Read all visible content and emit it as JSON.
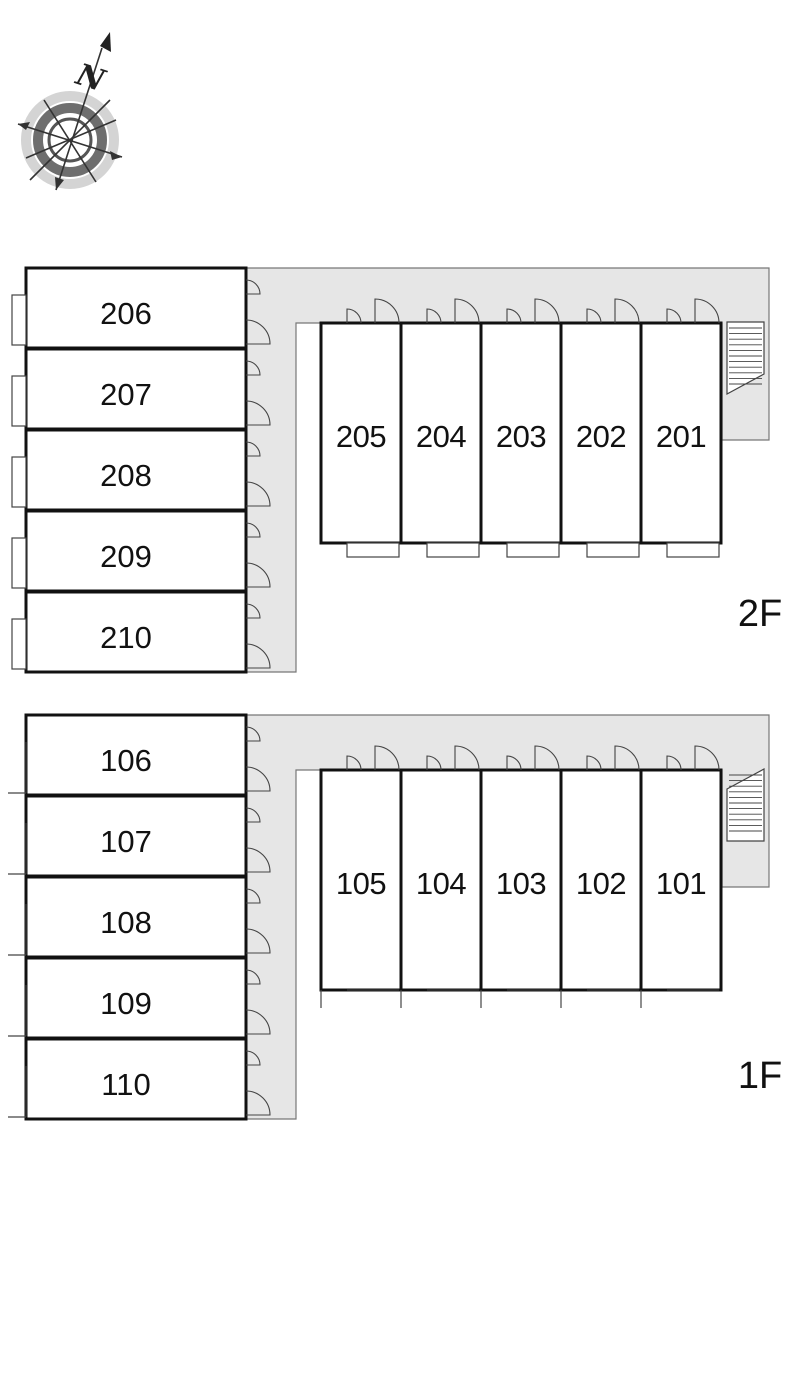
{
  "compass": {
    "north_label": "N",
    "icon": "compass-rose-icon"
  },
  "colors": {
    "corridor_fill": "#e6e6e6",
    "corridor_stroke": "#777777",
    "wall": "#111111",
    "line": "#444444"
  },
  "floors": [
    {
      "label": "2F",
      "west_units": [
        "206",
        "207",
        "208",
        "209",
        "210"
      ],
      "east_units": [
        "205",
        "204",
        "203",
        "202",
        "201"
      ]
    },
    {
      "label": "1F",
      "west_units": [
        "106",
        "107",
        "108",
        "109",
        "110"
      ],
      "east_units": [
        "105",
        "104",
        "103",
        "102",
        "101"
      ]
    }
  ]
}
